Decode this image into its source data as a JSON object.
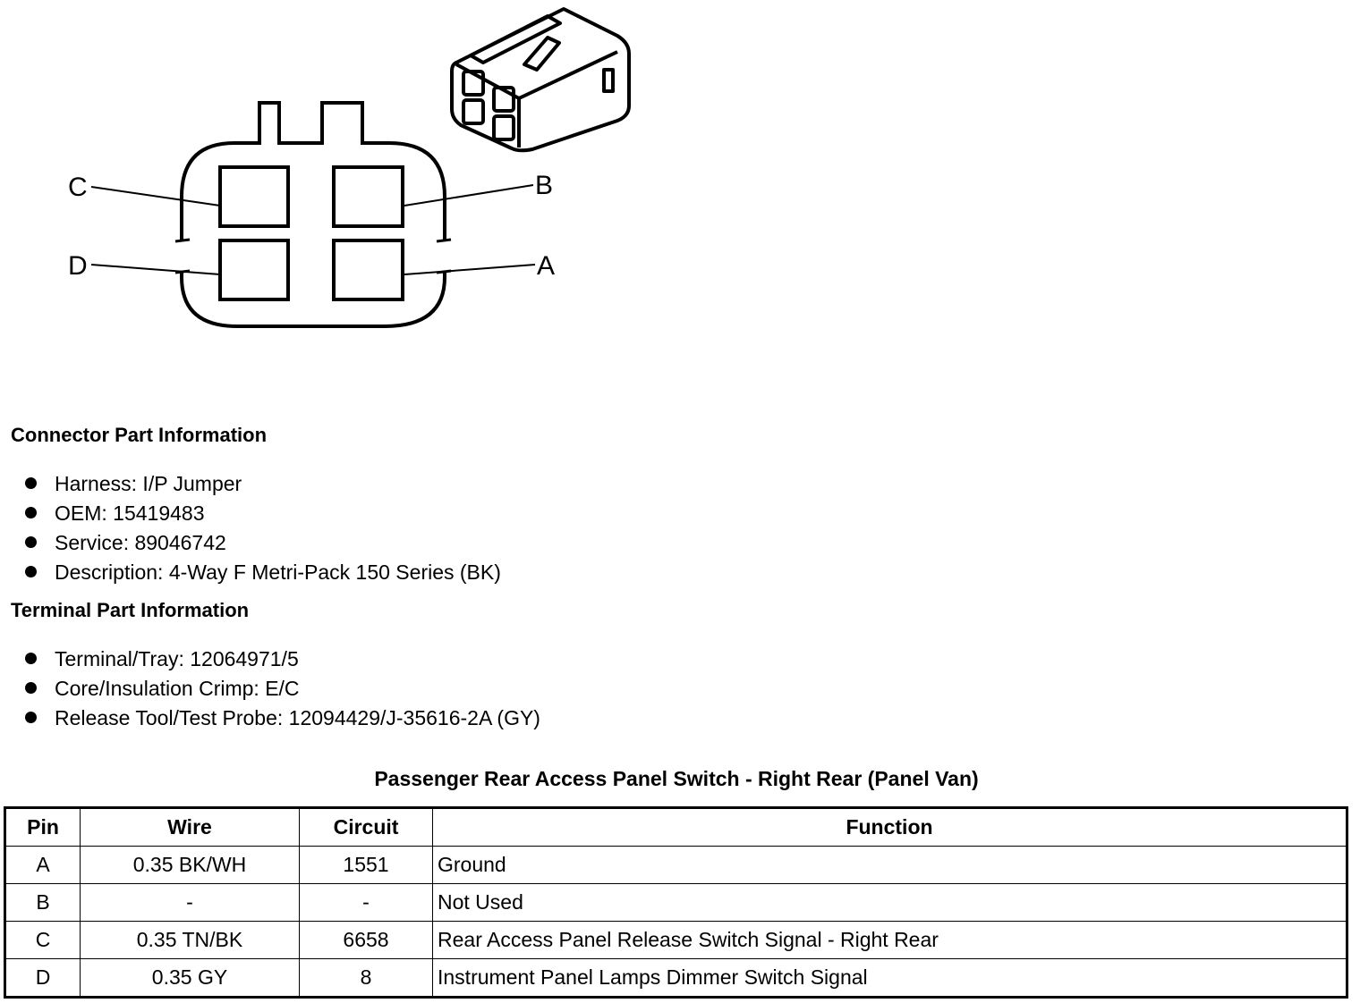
{
  "diagram": {
    "pin_labels": {
      "a": "A",
      "b": "B",
      "c": "C",
      "d": "D"
    }
  },
  "connector": {
    "heading": "Connector Part Information",
    "items": [
      "Harness: I/P Jumper",
      "OEM: 15419483",
      "Service: 89046742",
      "Description: 4-Way F Metri-Pack 150 Series (BK)"
    ]
  },
  "terminal": {
    "heading": "Terminal Part Information",
    "items": [
      "Terminal/Tray: 12064971/5",
      "Core/Insulation Crimp: E/C",
      "Release Tool/Test Probe: 12094429/J-35616-2A (GY)"
    ]
  },
  "table": {
    "title": "Passenger Rear Access Panel Switch - Right Rear (Panel Van)",
    "headers": [
      "Pin",
      "Wire",
      "Circuit",
      "Function"
    ],
    "rows": [
      [
        "A",
        "0.35 BK/WH",
        "1551",
        "Ground"
      ],
      [
        "B",
        "-",
        "-",
        "Not Used"
      ],
      [
        "C",
        "0.35 TN/BK",
        "6658",
        "Rear Access Panel Release Switch Signal - Right Rear"
      ],
      [
        "D",
        "0.35 GY",
        "8",
        "Instrument Panel Lamps Dimmer Switch Signal"
      ]
    ]
  }
}
